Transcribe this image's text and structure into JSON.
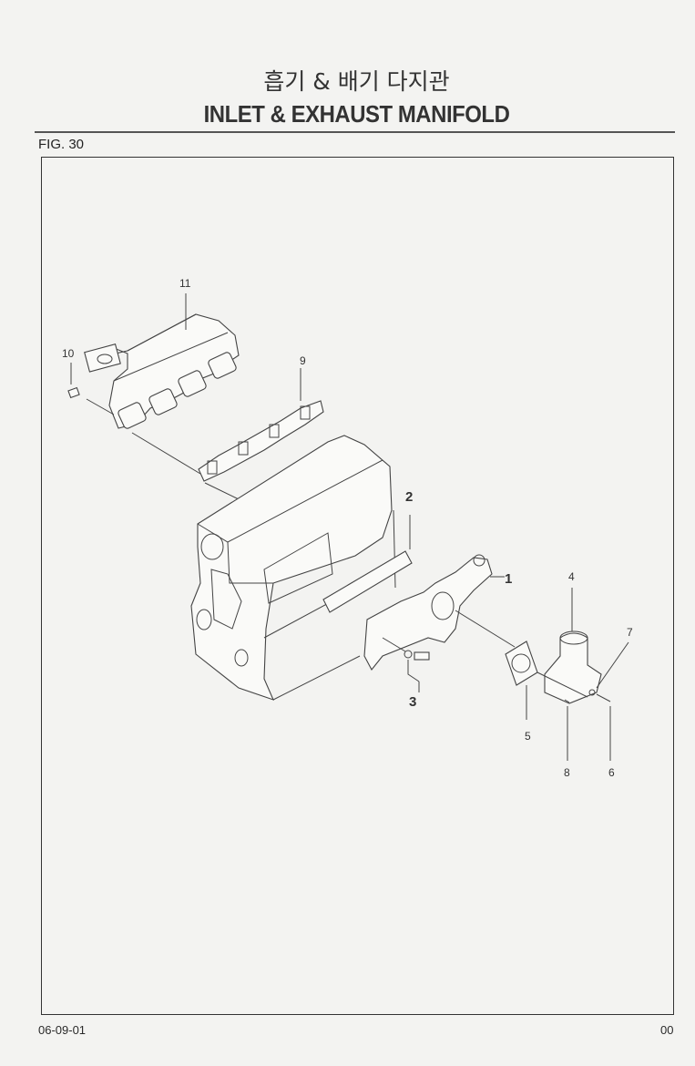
{
  "header": {
    "title_korean": "흡기 & 배기 다지관",
    "title_english": "INLET & EXHAUST MANIFOLD",
    "figure_label": "FIG. 30"
  },
  "diagram": {
    "callouts": {
      "c1": "1",
      "c2": "2",
      "c3": "3",
      "c4": "4",
      "c5": "5",
      "c6": "6",
      "c7": "7",
      "c8": "8",
      "c9": "9",
      "c10": "10",
      "c11": "11"
    }
  },
  "footer": {
    "date_code": "06-09-01",
    "page": "00"
  }
}
